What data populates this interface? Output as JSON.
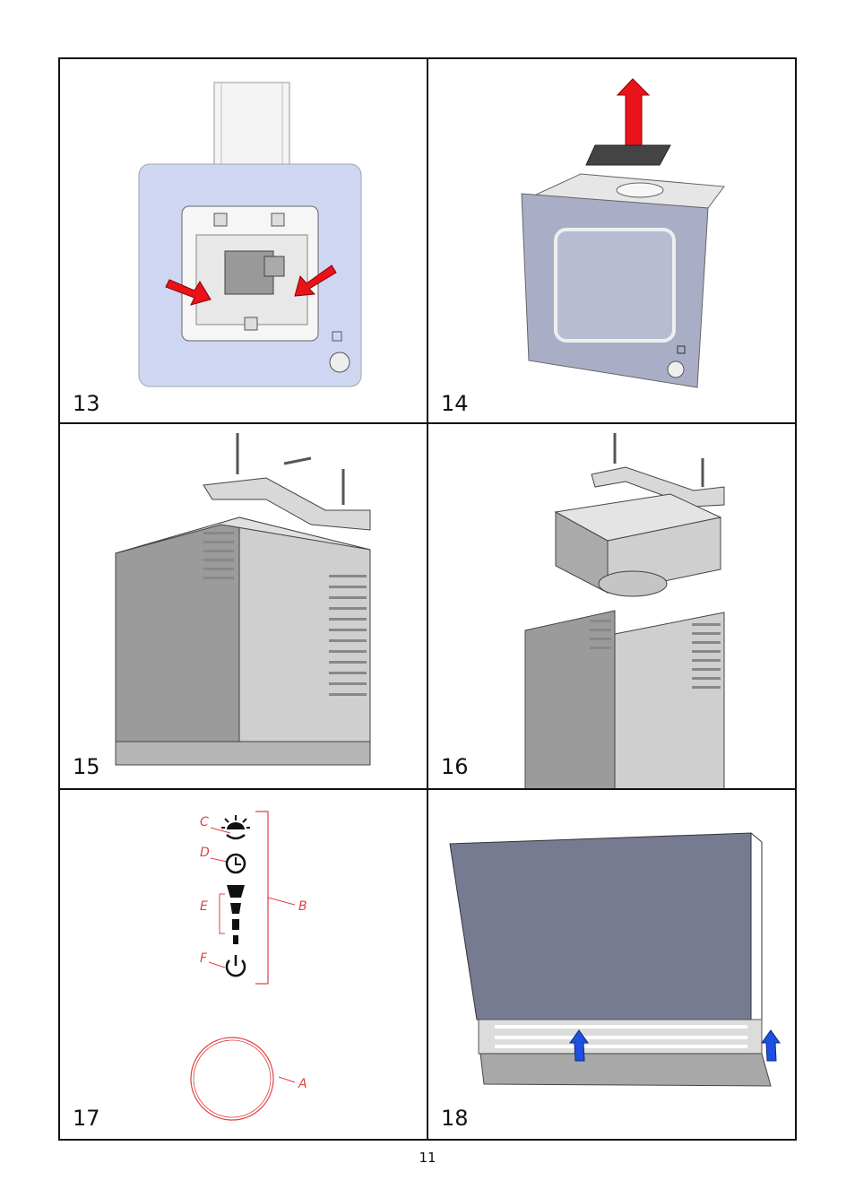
{
  "steps": [
    {
      "number": "13"
    },
    {
      "number": "14"
    },
    {
      "number": "15"
    },
    {
      "number": "16"
    },
    {
      "number": "17"
    },
    {
      "number": "18"
    }
  ],
  "panel17_labels": {
    "c": "C",
    "d": "D",
    "e": "E",
    "f": "F",
    "b": "B",
    "a": "A"
  },
  "page_number": "11",
  "colors": {
    "hood_glass": "#cfd6f2",
    "arrow_red": "#e8141a",
    "arrow_blue": "#1f4fe0",
    "label_red": "#e04040",
    "dark_glass": "#767b92"
  }
}
